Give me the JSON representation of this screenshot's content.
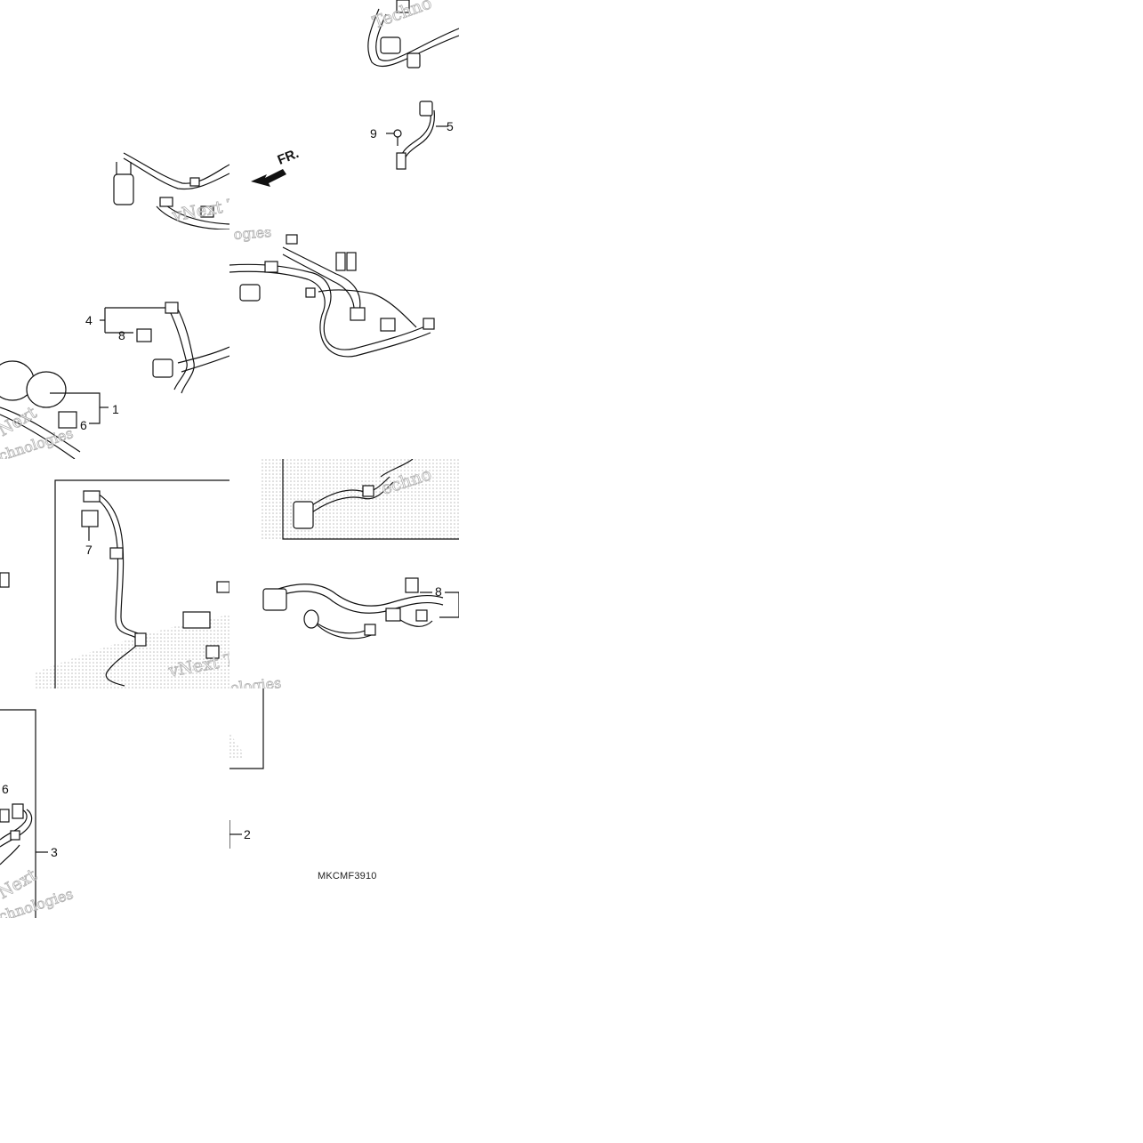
{
  "callouts": {
    "c1": "1",
    "c2": "2",
    "c3": "3",
    "c4": "4",
    "c5": "5",
    "c6a": "6",
    "c6b": "6",
    "c7": "7",
    "c8a": "8",
    "c8b": "8",
    "c9": "9"
  },
  "direction_marker": "FR.",
  "diagram_code": "MKCMF3910",
  "watermarks": {
    "w1": "Techno",
    "w2": "vNext Tec",
    "w3": "ogies",
    "w4": "Next",
    "w5": "chnologies",
    "w6": "echno",
    "w7": "vNext Tec",
    "w8": "ologies",
    "w9": "Next",
    "w10": "chnologies"
  },
  "colors": {
    "line": "#111111",
    "dots": "#bdbdbd",
    "watermark": "#a9a9a9"
  }
}
